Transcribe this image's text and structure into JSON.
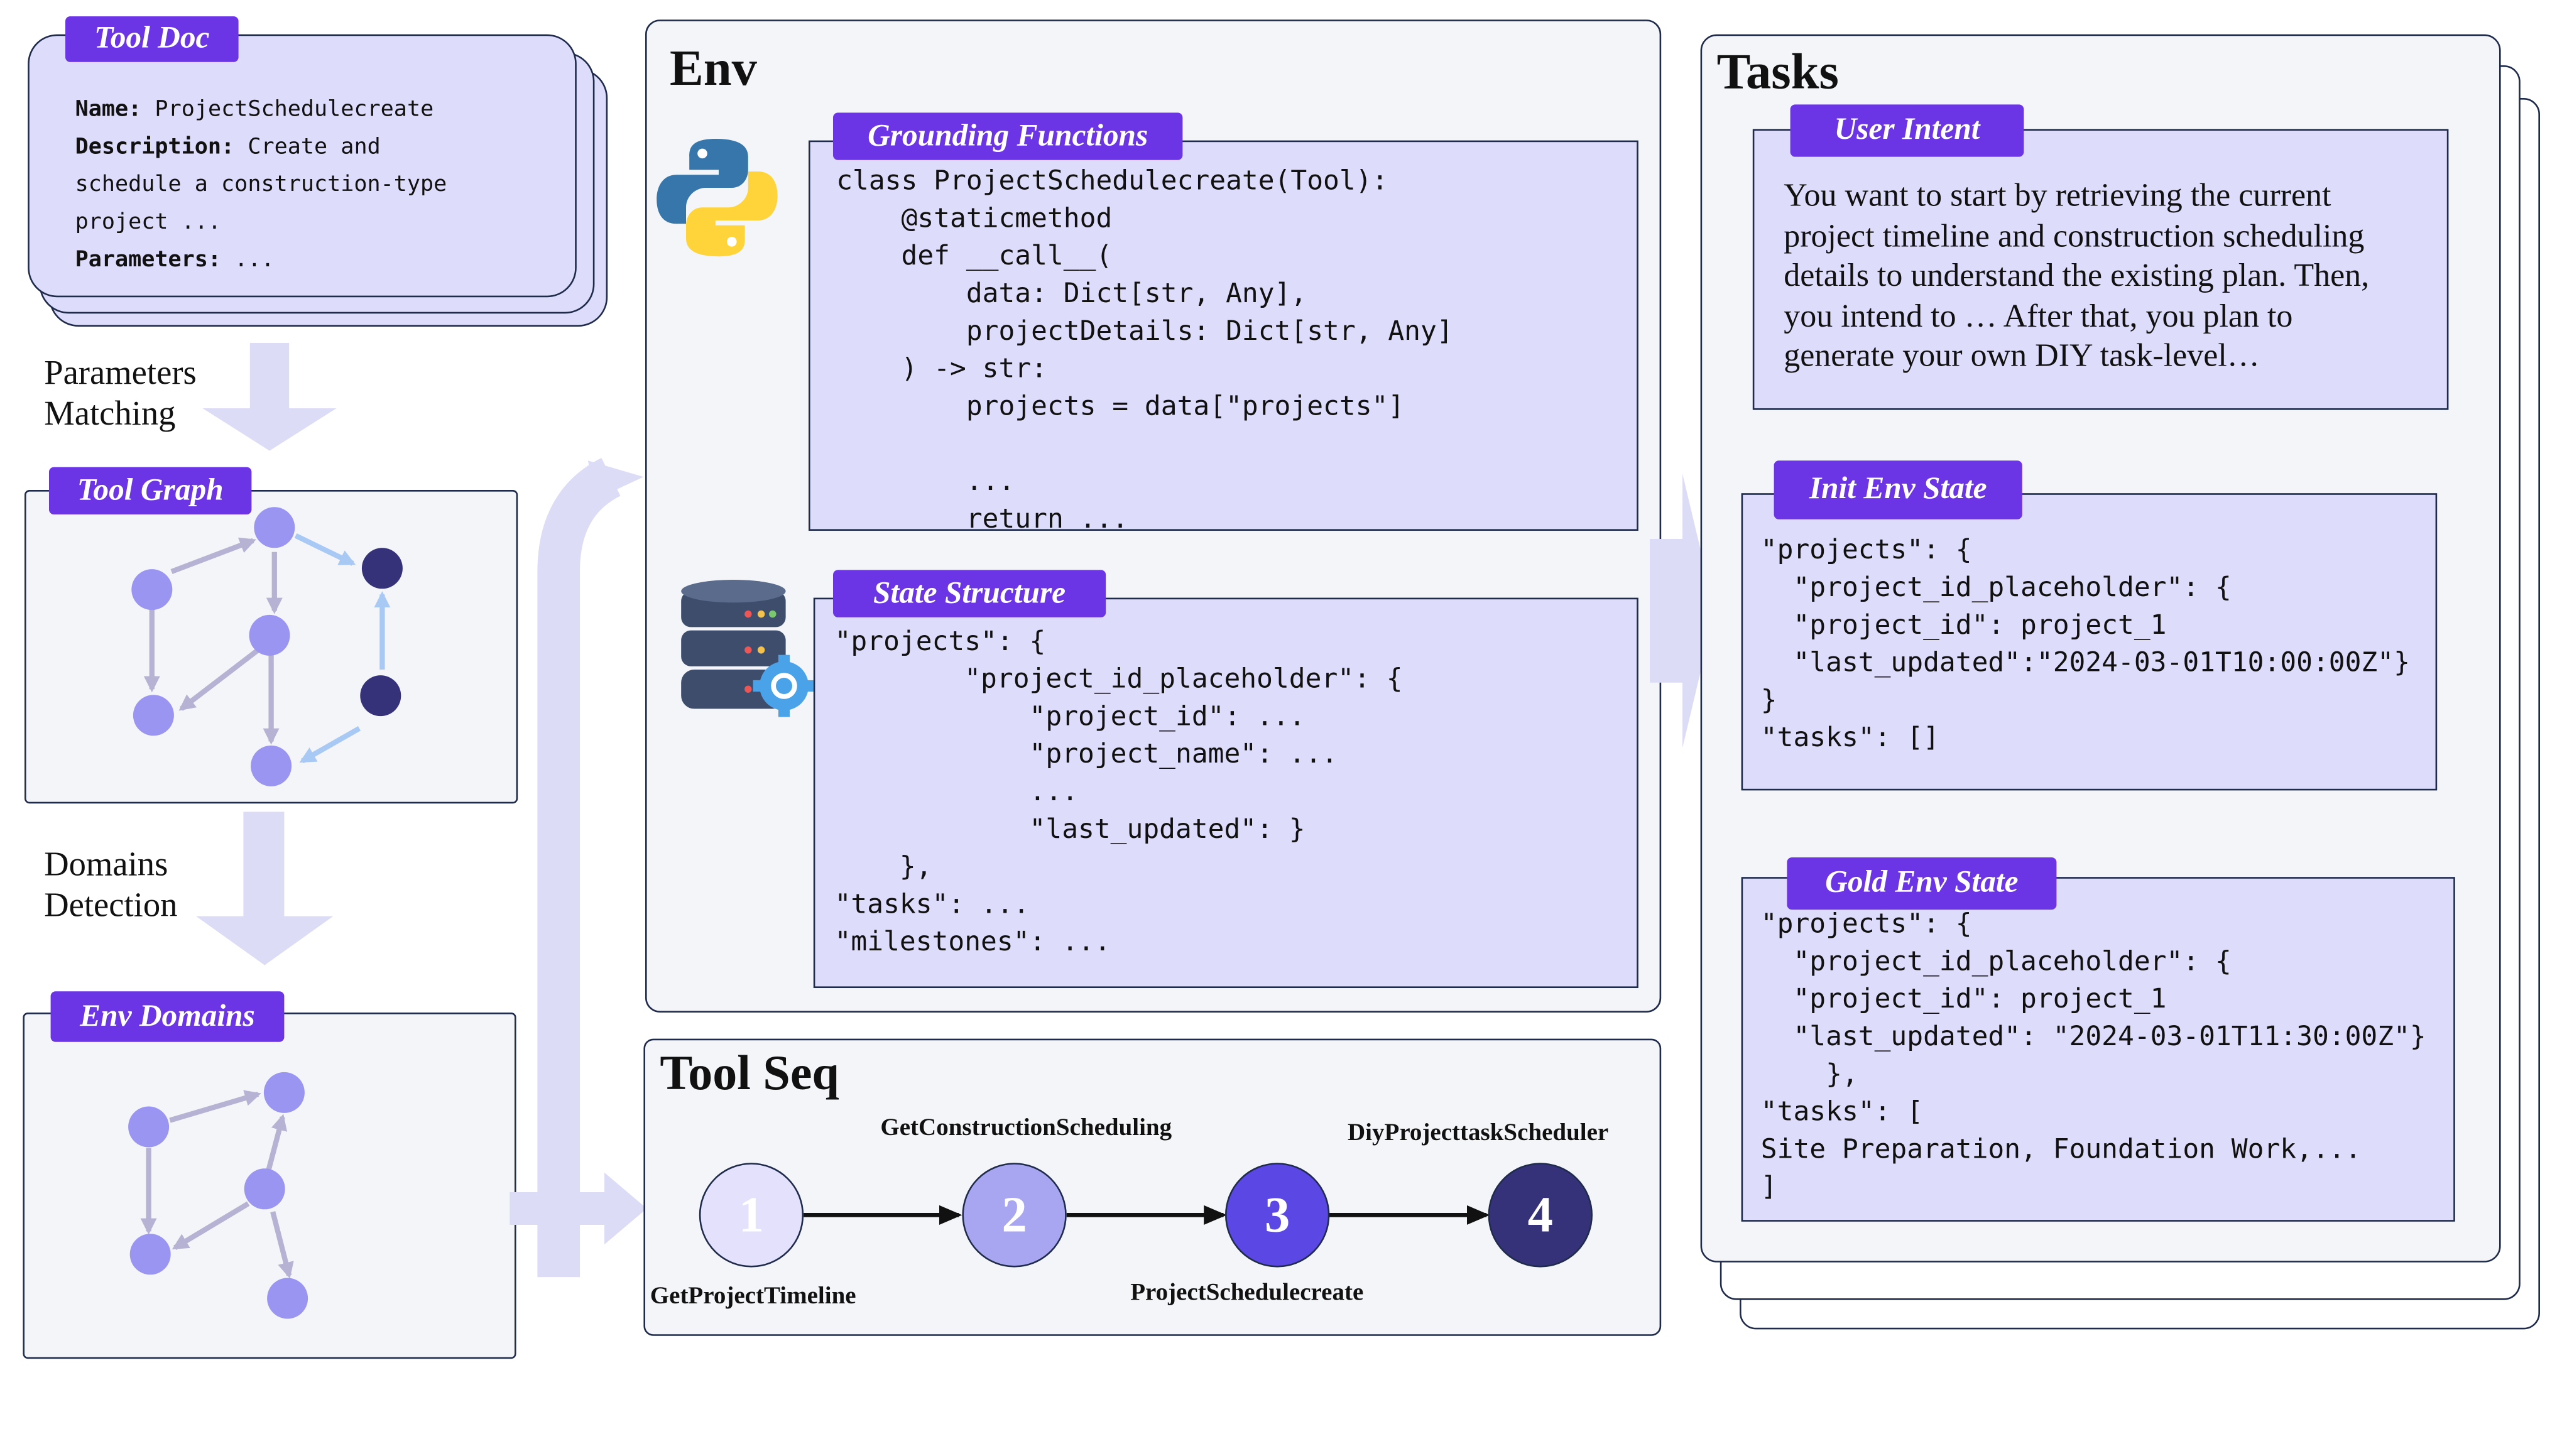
{
  "tool_doc": {
    "tag": "Tool Doc",
    "name_key": "Name:",
    "name_val": "ProjectSchedulecreate",
    "desc_key": "Description:",
    "desc_val_1": "Create and",
    "desc_val_2": "schedule a construction-type",
    "desc_val_3": "project ...",
    "params_key": "Parameters:",
    "params_val": "..."
  },
  "flow_left": {
    "step1_line1": "Parameters",
    "step1_line2": "Matching",
    "step2_line1": "Domains",
    "step2_line2": "Detection"
  },
  "tool_graph": {
    "tag": "Tool Graph"
  },
  "env_domains": {
    "tag": "Env Domains"
  },
  "env": {
    "title": "Env",
    "grounding_tag": "Grounding Functions",
    "grounding_code": [
      "class ProjectSchedulecreate(Tool):",
      "    @staticmethod",
      "    def __call__(",
      "        data: Dict[str, Any],",
      "        projectDetails: Dict[str, Any]",
      "    ) -> str:",
      "        projects = data[\"projects\"]",
      "",
      "        ...",
      "        return ..."
    ],
    "state_tag": "State Structure",
    "state_code": [
      "\"projects\": {",
      "        \"project_id_placeholder\": {",
      "            \"project_id\": ...",
      "            \"project_name\": ...",
      "            ...",
      "            \"last_updated\": }",
      "    },",
      "\"tasks\": ...",
      "\"milestones\": ..."
    ],
    "python_icon": "python-logo-icon",
    "db_icon": "database-gear-icon"
  },
  "tool_seq": {
    "title": "Tool Seq",
    "steps": [
      {
        "num": "1",
        "label": "GetProjectTimeline",
        "color": "#e3e1fb"
      },
      {
        "num": "2",
        "label": "GetConstructionScheduling",
        "color": "#a9a6f1"
      },
      {
        "num": "3",
        "label": "ProjectSchedulecreate",
        "color": "#5b47e3"
      },
      {
        "num": "4",
        "label": "DiyProjecttaskScheduler",
        "color": "#35327a"
      }
    ]
  },
  "tasks": {
    "title": "Tasks",
    "intent_tag": "User Intent",
    "intent_lines": [
      "You want to start by retrieving the current",
      "project timeline and construction scheduling",
      "details to understand the existing plan. Then,",
      "you intend to … After that, you plan to",
      "generate your own DIY task-level…"
    ],
    "init_tag": "Init Env State",
    "init_code": [
      "\"projects\": {",
      "  \"project_id_placeholder\": {",
      "  \"project_id\": project_1",
      "  \"last_updated\":\"2024-03-01T10:00:00Z\"}",
      "}",
      "\"tasks\": []"
    ],
    "gold_tag": "Gold Env State",
    "gold_code": [
      "\"projects\": {",
      "  \"project_id_placeholder\": {",
      "  \"project_id\": project_1",
      "  \"last_updated\": \"2024-03-01T11:30:00Z\"}",
      "    },",
      "\"tasks\": [",
      "Site Preparation, Foundation Work,...",
      "]"
    ]
  },
  "colors": {
    "tag_purple": "#6b35e6",
    "lavender": "#dedcfb",
    "node_light": "#9a95f0",
    "node_dark": "#35327a",
    "arrow_pale": "#dcdcf7",
    "edge_gray": "#b5b2d3",
    "edge_blue": "#a9c9f5"
  }
}
